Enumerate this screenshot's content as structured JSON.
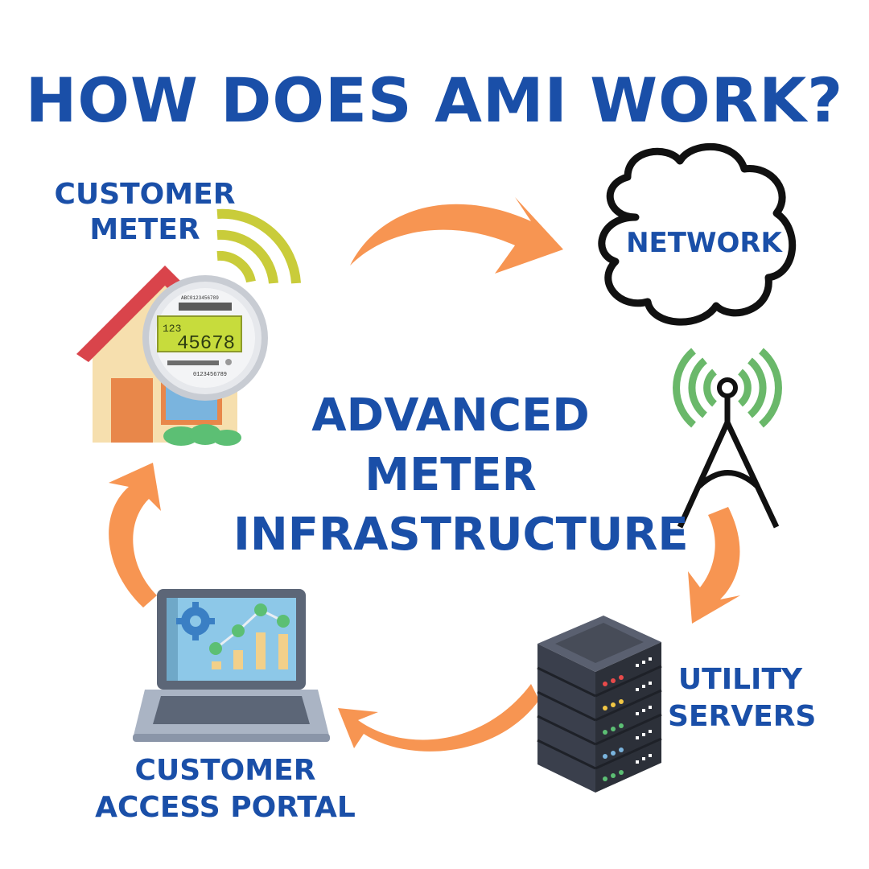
{
  "title": "HOW DOES AMI WORK?",
  "center_label": [
    "ADVANCED",
    "METER",
    "INFRASTRUCTURE"
  ],
  "nodes": {
    "meter": {
      "label": [
        "CUSTOMER",
        "METER"
      ],
      "display_small": "123",
      "display_large": "45678",
      "barcode_top": "ABC0123456789",
      "barcode_bottom": "0123456789"
    },
    "network": {
      "label": "NETWORK"
    },
    "servers": {
      "label": [
        "UTILITY",
        "SERVERS"
      ]
    },
    "portal": {
      "label": [
        "CUSTOMER",
        "ACCESS PORTAL"
      ]
    }
  },
  "flow": [
    "CUSTOMER METER",
    "NETWORK",
    "UTILITY SERVERS",
    "CUSTOMER ACCESS PORTAL",
    "CUSTOMER METER"
  ],
  "colors": {
    "text": "#1a4fa8",
    "arrow": "#f79552",
    "signal_meter": "#c9cc3a",
    "signal_tower": "#6ab86a",
    "roof": "#d9444b",
    "house": "#f6dfae",
    "door": "#e8874a",
    "server": "#3a3f4c",
    "laptop": "#6b7a8f",
    "screen": "#8dc8e8"
  },
  "icons": [
    "house-icon",
    "meter-icon",
    "wifi-signal-icon",
    "cloud-icon",
    "radio-tower-icon",
    "server-rack-icon",
    "laptop-icon",
    "gear-icon"
  ]
}
